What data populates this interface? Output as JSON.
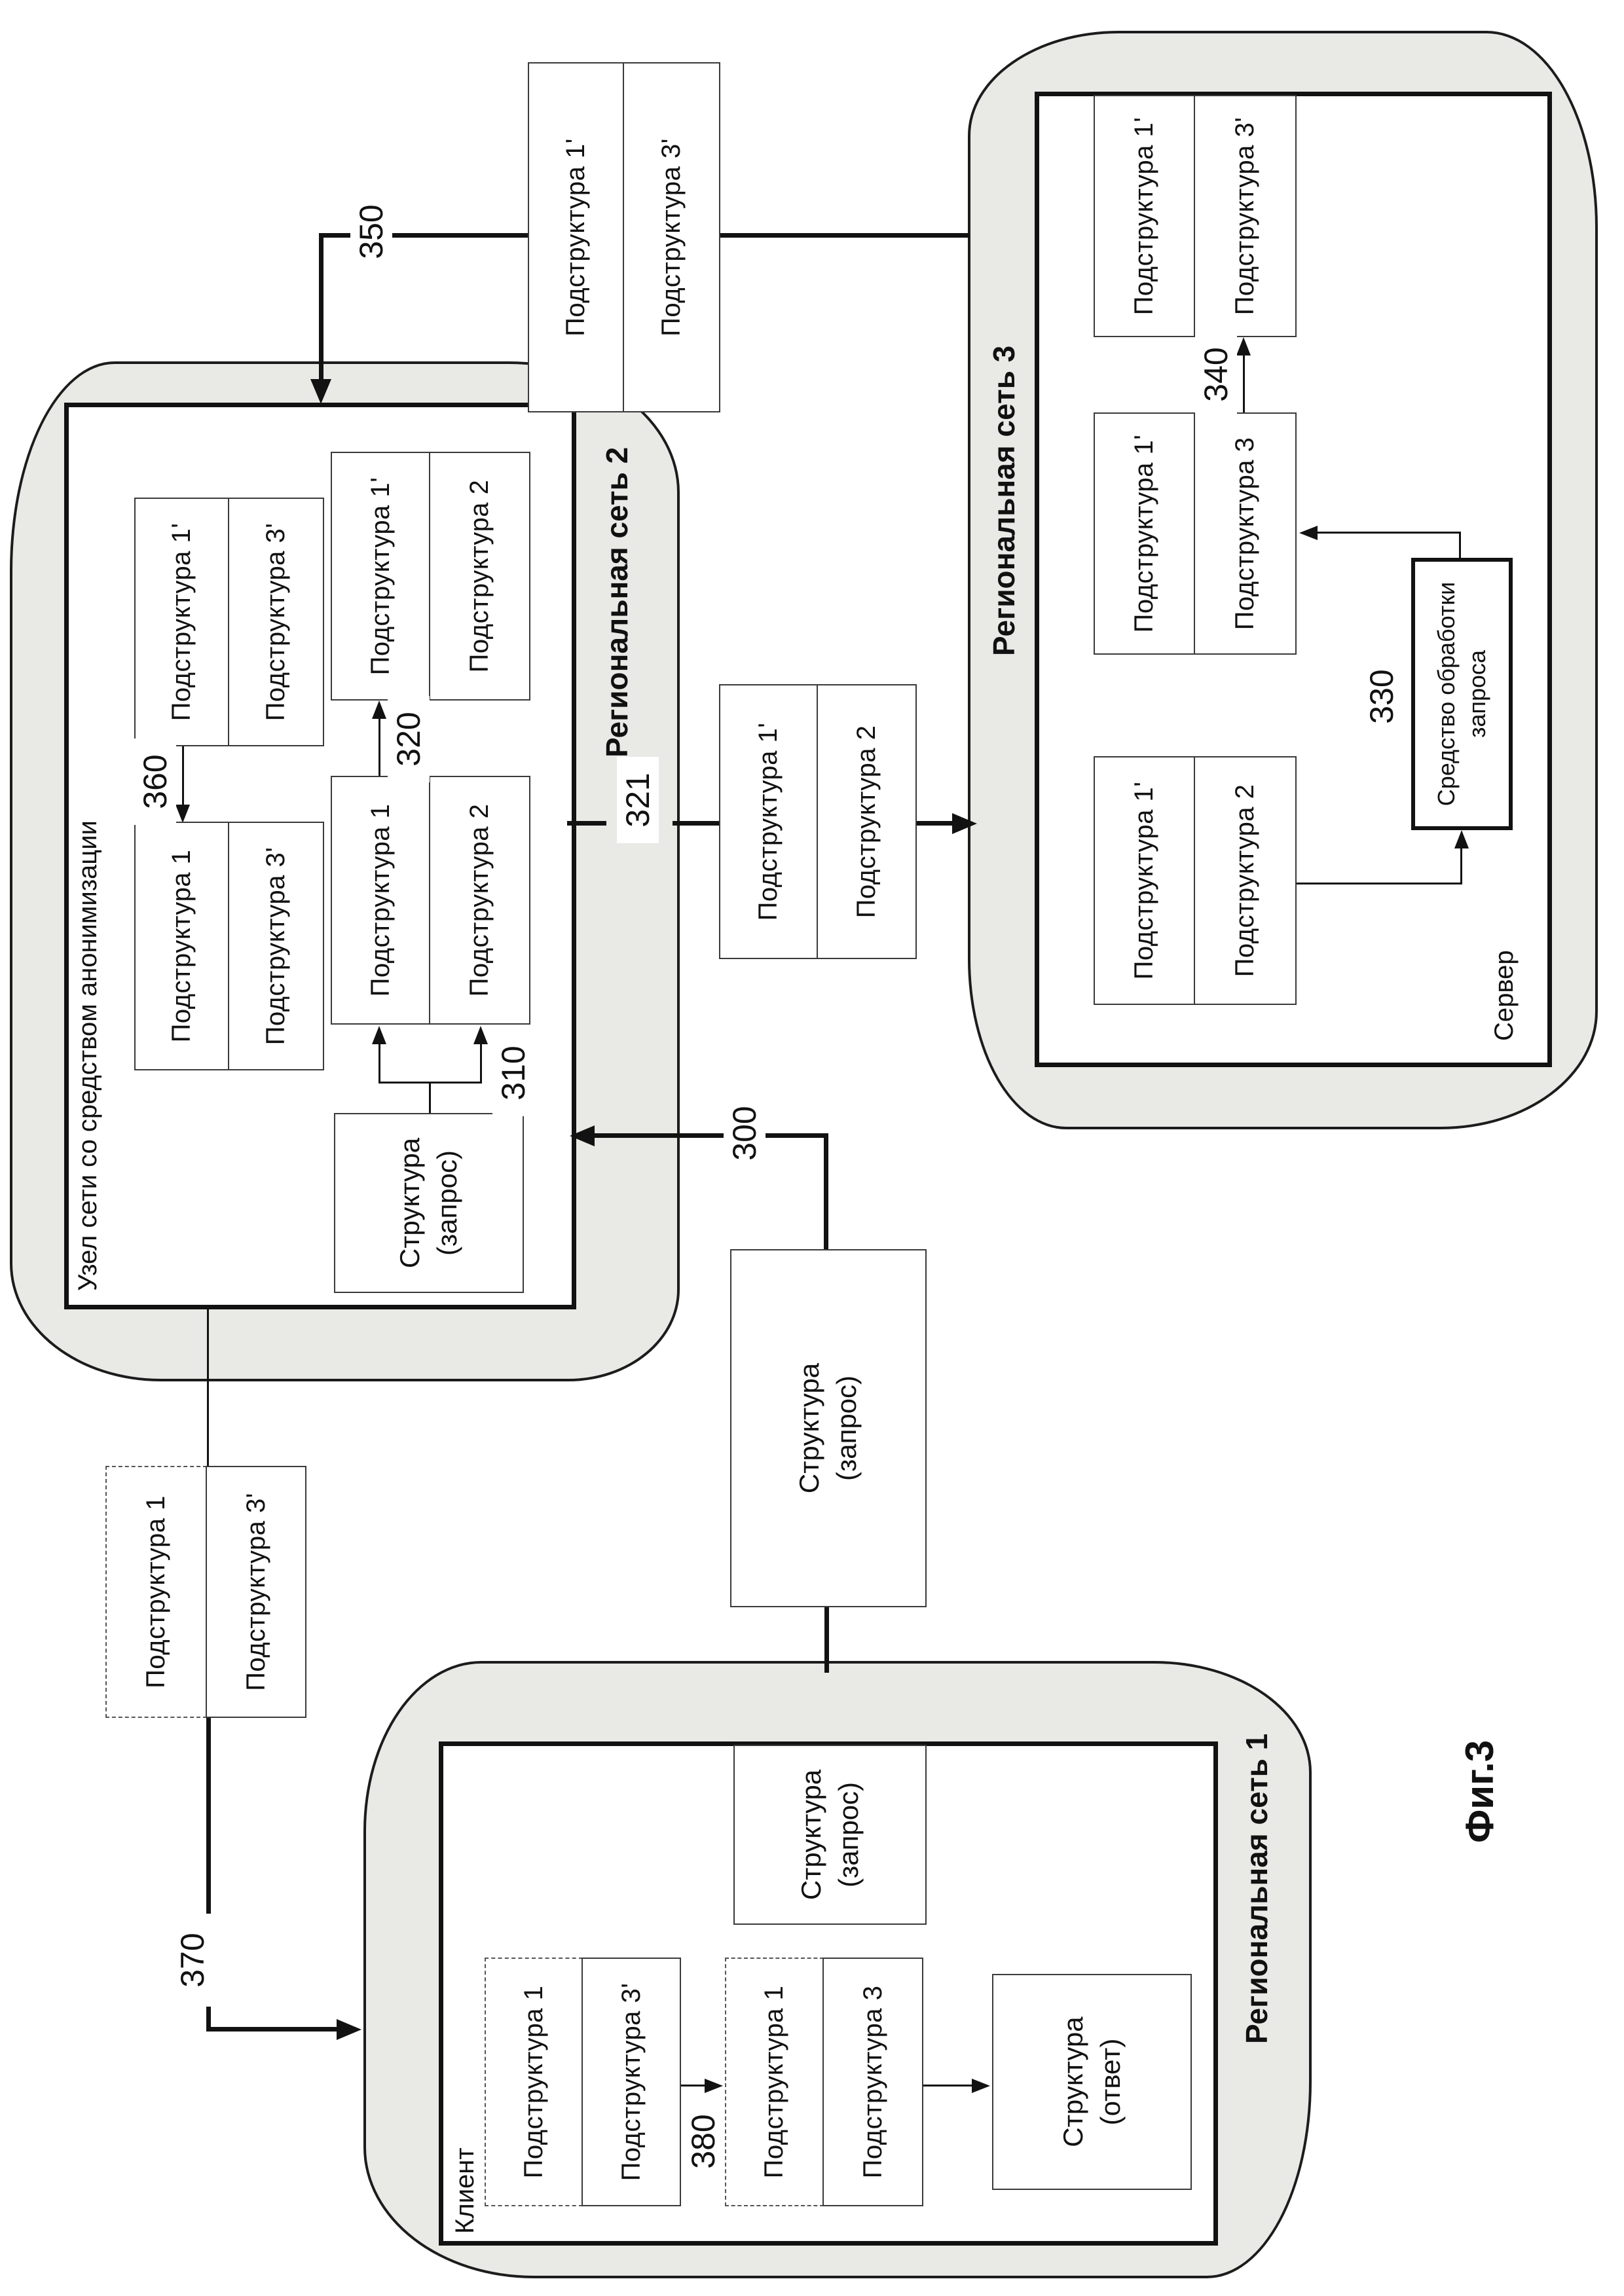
{
  "figure": {
    "caption": "Фиг.3"
  },
  "refs": {
    "n300": "300",
    "n310": "310",
    "n320": "320",
    "n321": "321",
    "n330": "330",
    "n340": "340",
    "n350": "350",
    "n360": "360",
    "n370": "370",
    "n380": "380"
  },
  "regions": {
    "net2": {
      "title": "Региональная сеть 2",
      "node_title": "Узел сети со средством анонимизации"
    },
    "net3": {
      "title": "Региональная сеть 3",
      "server_title": "Сервер"
    },
    "net1": {
      "title": "Региональная сеть 1",
      "client_title": "Клиент"
    }
  },
  "boxes": {
    "top_transfer": {
      "cells": [
        "Подструктура 1'",
        "Подструктура 3'"
      ]
    },
    "node_left_top": {
      "cells": [
        "Подструктура 1'",
        "Подструктура 3'"
      ]
    },
    "node_left_bottom": {
      "cells": [
        "Подструктура 1",
        "Подструктура 3'"
      ]
    },
    "node_mid_top": {
      "cells": [
        "Подструктура 1'",
        "Подструктура 2"
      ]
    },
    "node_mid_bottom": {
      "cells": [
        "Подструктура 1",
        "Подструктура 2"
      ]
    },
    "node_request": {
      "lines": [
        "Структура",
        "(запрос)"
      ]
    },
    "mid_transfer": {
      "cells": [
        "Подструктура 1'",
        "Подструктура 2"
      ]
    },
    "central_request": {
      "lines": [
        "Структура",
        "(запрос)"
      ]
    },
    "server_right": {
      "cells": [
        "Подструктура 1'",
        "Подструктура 3'"
      ]
    },
    "server_mid": {
      "cells": [
        "Подструктура 1'",
        "Подструктура 3"
      ]
    },
    "server_left": {
      "cells": [
        "Подструктура 1'",
        "Подструктура 2"
      ]
    },
    "server_processor": {
      "lines": [
        "Средство обработки",
        "запроса"
      ]
    },
    "pre_client": {
      "cells": [
        "Подструктура 1",
        "Подструктура 3'"
      ]
    },
    "client_box1": {
      "cells": [
        "Подструктура 1",
        "Подструктура 3'"
      ]
    },
    "client_box2": {
      "cells": [
        "Подструктура 1",
        "Подструктура 3"
      ]
    },
    "client_response": {
      "lines": [
        "Структура",
        "(ответ)"
      ]
    },
    "client_request": {
      "lines": [
        "Структура",
        "(запрос)"
      ]
    }
  }
}
